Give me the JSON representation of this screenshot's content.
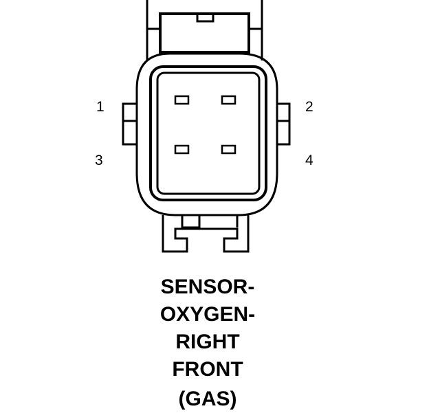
{
  "connector": {
    "pins": [
      {
        "number": "1"
      },
      {
        "number": "2"
      },
      {
        "number": "3"
      },
      {
        "number": "4"
      }
    ]
  },
  "caption": {
    "lines": [
      "SENSOR-",
      "OXYGEN-",
      "RIGHT",
      "FRONT",
      "(GAS)"
    ]
  },
  "colors": {
    "ink": "#000000",
    "background": "#ffffff"
  }
}
